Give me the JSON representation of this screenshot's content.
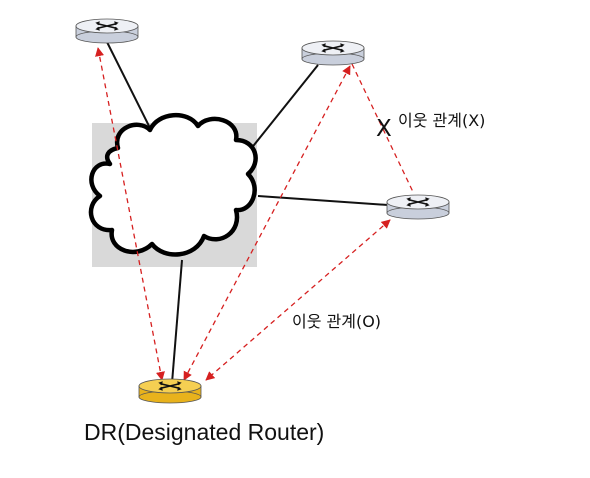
{
  "labels": {
    "neighbor_x": "이웃 관계(X)",
    "neighbor_o": "이웃 관계(O)",
    "dr": "DR(Designated Router)",
    "x_mark": "X"
  },
  "colors": {
    "router_body": "#d6dbe6",
    "router_top": "#eef0f5",
    "dr_body": "#e8b21c",
    "dr_top": "#f5cf52",
    "cloud_bg": "#d9d9d9",
    "solid_link": "#111111",
    "neighbor_link": "#d62020"
  },
  "nodes": [
    {
      "id": "router-top-left",
      "type": "router"
    },
    {
      "id": "router-top-right",
      "type": "router"
    },
    {
      "id": "router-right",
      "type": "router"
    },
    {
      "id": "router-dr",
      "type": "designated-router"
    },
    {
      "id": "cloud",
      "type": "network-cloud"
    }
  ],
  "edges": [
    {
      "from": "router-top-left",
      "to": "cloud",
      "style": "solid"
    },
    {
      "from": "router-top-right",
      "to": "cloud",
      "style": "solid"
    },
    {
      "from": "router-right",
      "to": "cloud",
      "style": "solid"
    },
    {
      "from": "router-dr",
      "to": "cloud",
      "style": "solid"
    },
    {
      "from": "router-top-left",
      "to": "router-dr",
      "style": "dashed-bidirectional"
    },
    {
      "from": "router-top-right",
      "to": "router-dr",
      "style": "dashed-bidirectional"
    },
    {
      "from": "router-right",
      "to": "router-dr",
      "style": "dashed-bidirectional"
    },
    {
      "from": "router-top-right",
      "to": "router-right",
      "style": "dashed",
      "blocked": true
    }
  ]
}
